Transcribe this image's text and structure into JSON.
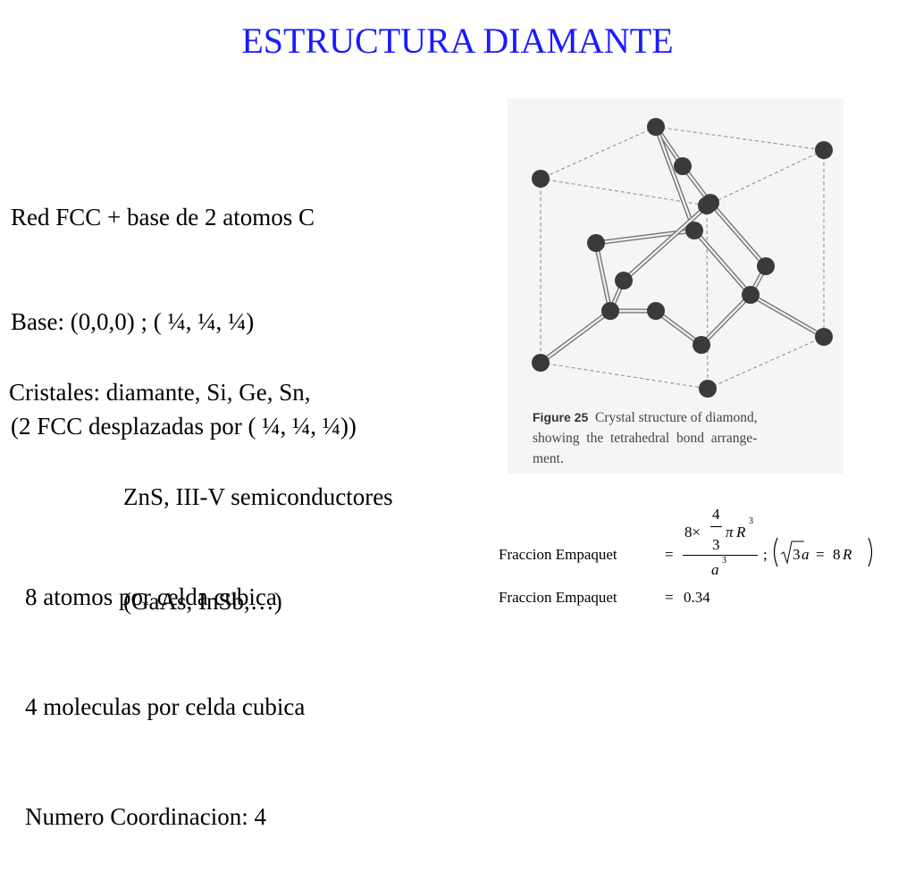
{
  "title": "ESTRUCTURA DIAMANTE",
  "intro": {
    "line1": "Red FCC + base de 2 atomos C",
    "line2": "Base: (0,0,0) ; ( ¼, ¼, ¼)",
    "line3": "(2 FCC desplazadas por ( ¼, ¼, ¼))"
  },
  "crystals": {
    "line1": "Cristales: diamante, Si, Ge, Sn,",
    "line2": "ZnS, III-V semiconductores",
    "line3": "(GaAs, InSb,…)"
  },
  "counts": {
    "line1": "8 atomos por celda cubica",
    "line2": "4 moleculas por celda cubica",
    "line3": "Numero Coordinacion: 4"
  },
  "figure": {
    "label": "Figure 25",
    "caption_line1": "Crystal structure of diamond,",
    "caption_line2": "showing  the  tetrahedral  bond  arrange-",
    "caption_line3": "ment."
  },
  "formula": {
    "label1": "Fraccion Empaquet",
    "eq": "=",
    "num_coef": "8×",
    "frac_num": "4",
    "frac_den": "3",
    "pi": "π",
    "R": "R",
    "exp3": "3",
    "den": "a",
    "semicolon": ";",
    "sqrt_arg": "3",
    "a": "a",
    "rhs": "8",
    "label2": "Fraccion Empaquet",
    "result": "0.34"
  }
}
